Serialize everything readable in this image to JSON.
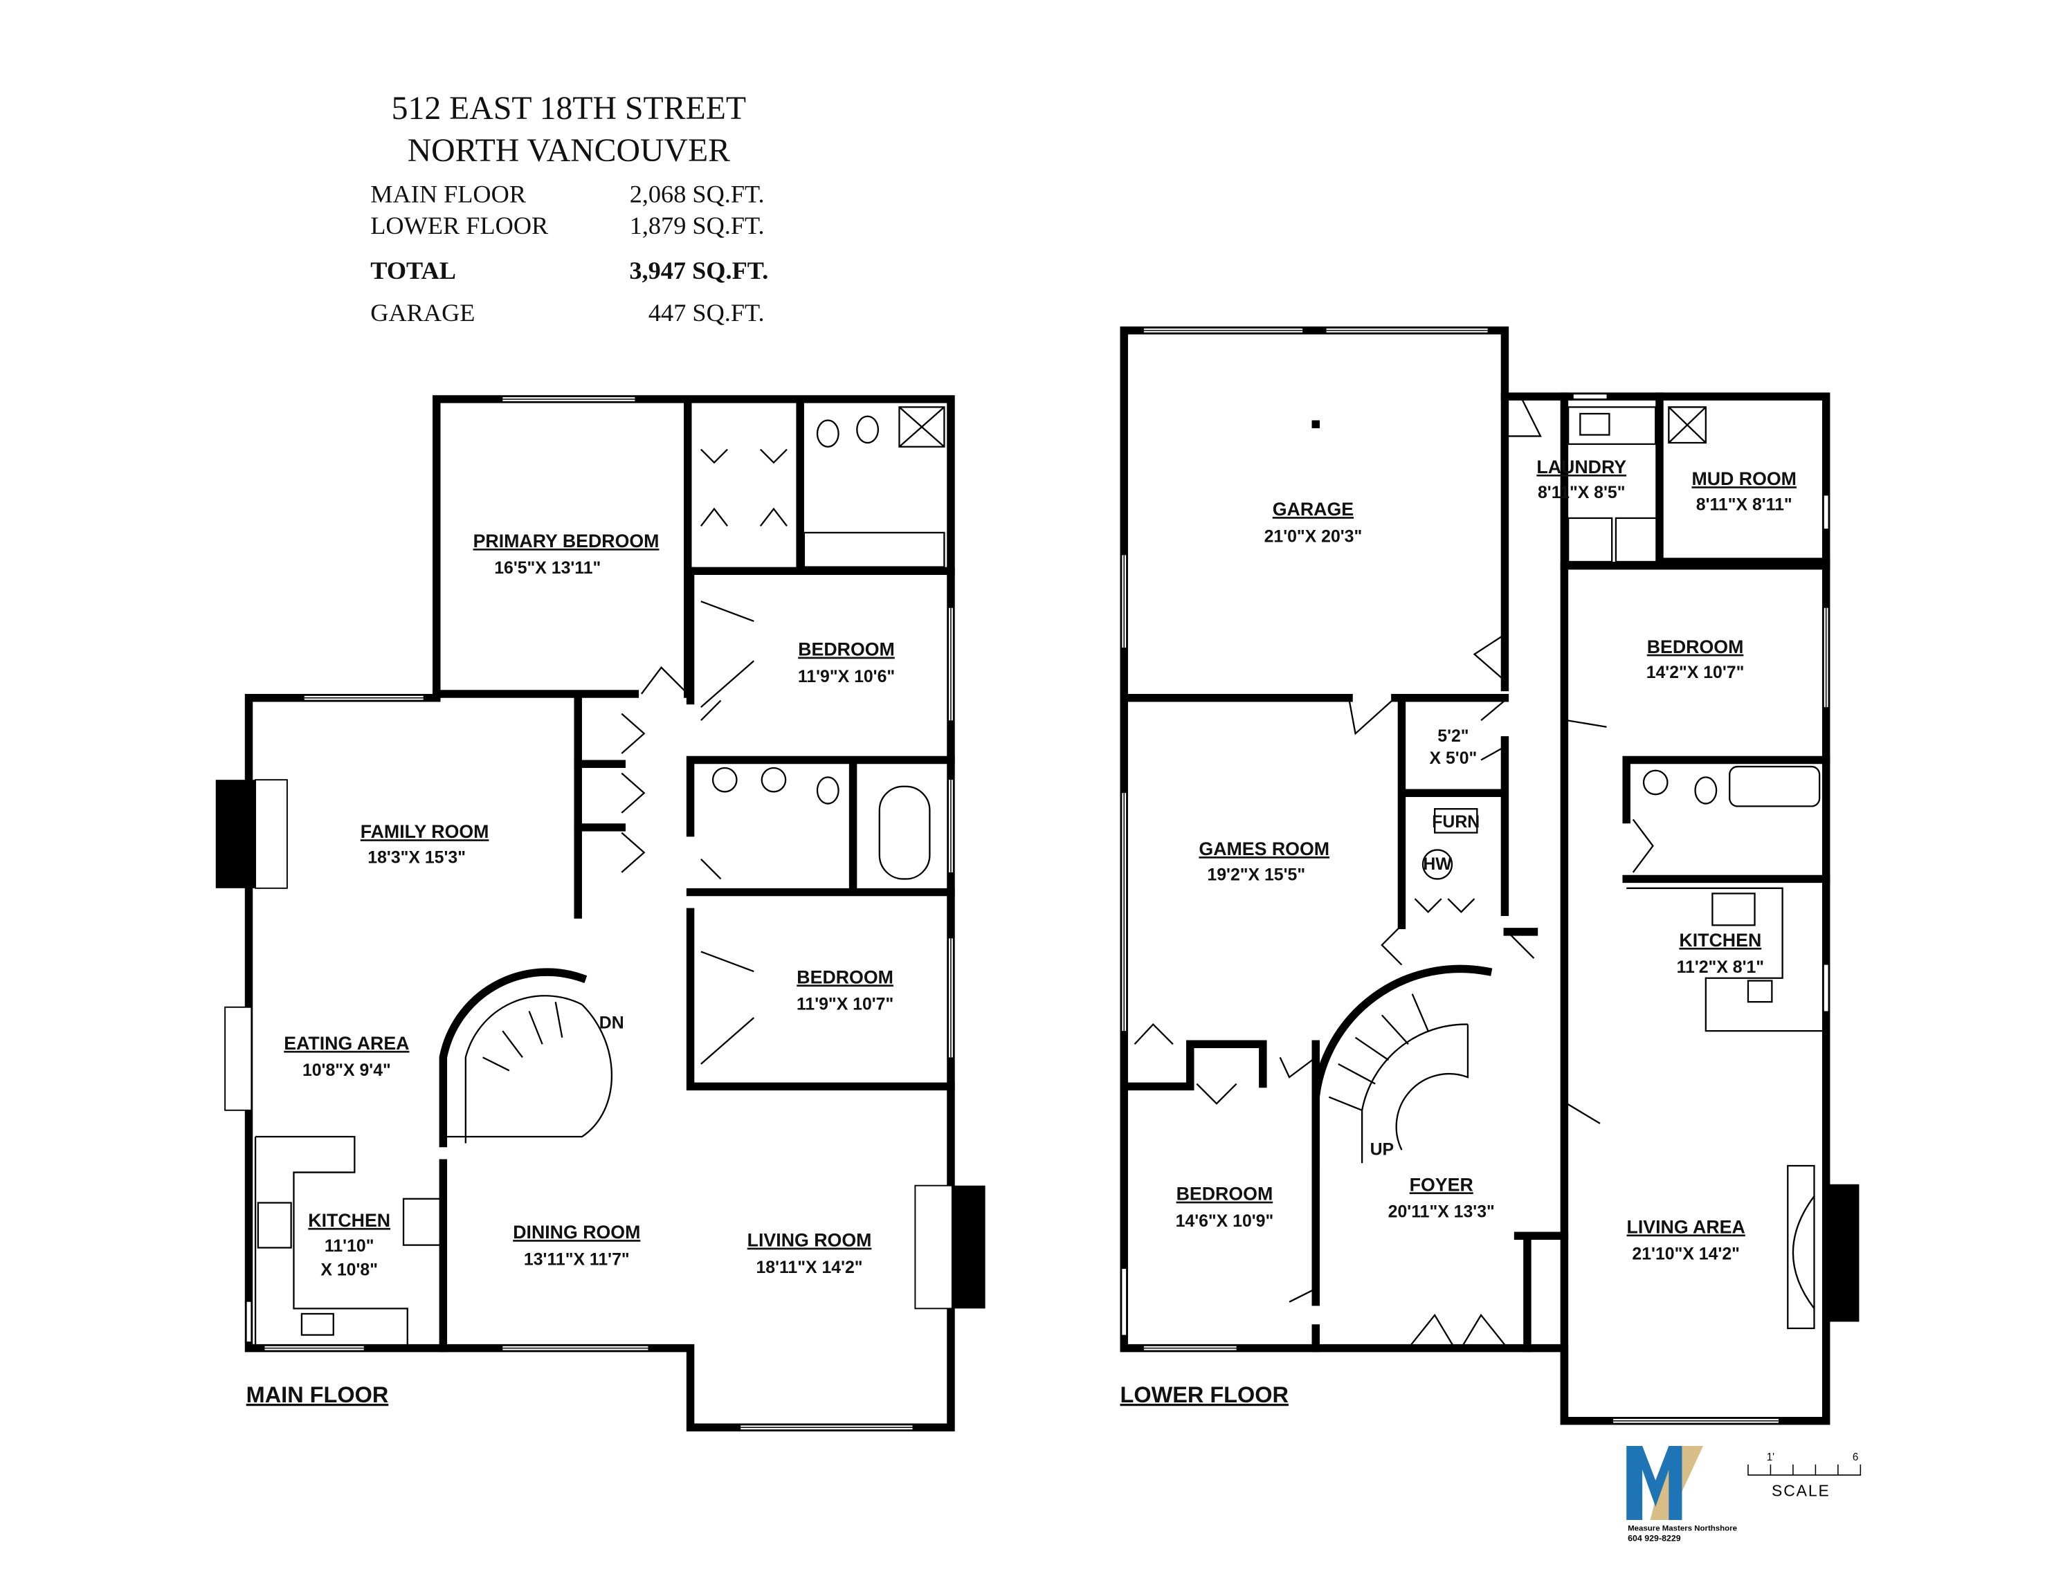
{
  "header": {
    "address_line1": "512 EAST 18TH STREET",
    "address_line2": "NORTH VANCOUVER",
    "areas": [
      {
        "label": "MAIN FLOOR",
        "value": "2,068 SQ.FT."
      },
      {
        "label": "LOWER FLOOR",
        "value": "1,879 SQ.FT."
      },
      {
        "label": "TOTAL",
        "value": "3,947 SQ.FT."
      },
      {
        "label": "GARAGE",
        "value": "447 SQ.FT."
      }
    ]
  },
  "main_floor": {
    "title": "MAIN FLOOR",
    "rooms": [
      {
        "name": "PRIMARY BEDROOM",
        "dims": "16'5\"X 13'11\""
      },
      {
        "name": "BEDROOM",
        "dims": "11'9\"X 10'6\""
      },
      {
        "name": "FAMILY ROOM",
        "dims": "18'3\"X 15'3\""
      },
      {
        "name": "BEDROOM",
        "dims": "11'9\"X 10'7\""
      },
      {
        "name": "EATING AREA",
        "dims": "10'8\"X 9'4\""
      },
      {
        "name": "KITCHEN",
        "dims": "11'10\"",
        "dims2": "X 10'8\""
      },
      {
        "name": "DINING ROOM",
        "dims": "13'11\"X 11'7\""
      },
      {
        "name": "LIVING ROOM",
        "dims": "18'11\"X 14'2\""
      }
    ],
    "stair_label": "DN"
  },
  "lower_floor": {
    "title": "LOWER FLOOR",
    "rooms": [
      {
        "name": "GARAGE",
        "dims": "21'0\"X 20'3\""
      },
      {
        "name": "LAUNDRY",
        "dims": "8'11\"X 8'5\""
      },
      {
        "name": "MUD ROOM",
        "dims": "8'11\"X 8'11\""
      },
      {
        "name": "BEDROOM",
        "dims": "14'2\"X 10'7\""
      },
      {
        "name": "GAMES ROOM",
        "dims": "19'2\"X 15'5\""
      },
      {
        "name": "KITCHEN",
        "dims": "11'2\"X 8'1\""
      },
      {
        "name": "BEDROOM",
        "dims": "14'6\"X 10'9\""
      },
      {
        "name": "FOYER",
        "dims": "20'11\"X 13'3\""
      },
      {
        "name": "LIVING AREA",
        "dims": "21'10\"X 14'2\""
      }
    ],
    "closet_dims": "5'2\"",
    "closet_dims2": "X 5'0\"",
    "furnace_label": "FURN",
    "water_heater_label": "HW",
    "stair_label": "UP"
  },
  "logo": {
    "company": "Measure Masters Northshore",
    "phone": "604 929-8229",
    "colors": {
      "blue": "#1f74b5",
      "tan": "#d8bd86"
    }
  },
  "scale": {
    "start": "1'",
    "end": "6",
    "label": "SCALE"
  }
}
